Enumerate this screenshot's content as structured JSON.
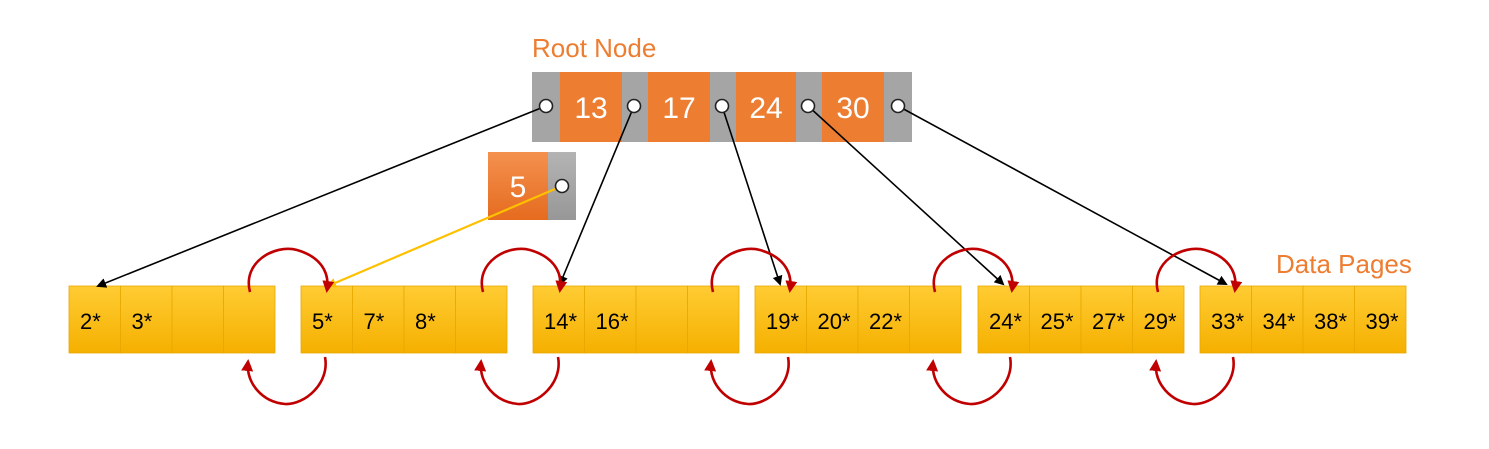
{
  "labels": {
    "root": "Root Node",
    "data_pages": "Data Pages"
  },
  "root_node": {
    "keys": [
      "13",
      "17",
      "24",
      "30"
    ]
  },
  "inserted_node": {
    "keys": [
      "5"
    ]
  },
  "pages": [
    {
      "entries": [
        "2*",
        "3*",
        "",
        ""
      ]
    },
    {
      "entries": [
        "5*",
        "7*",
        "8*",
        ""
      ]
    },
    {
      "entries": [
        "14*",
        "16*",
        "",
        ""
      ]
    },
    {
      "entries": [
        "19*",
        "20*",
        "22*",
        ""
      ]
    },
    {
      "entries": [
        "24*",
        "25*",
        "27*",
        "29*"
      ]
    },
    {
      "entries": [
        "33*",
        "34*",
        "38*",
        "39*"
      ]
    }
  ],
  "colors": {
    "root_label": "#ED7D31",
    "key_cell": "#ED7D31",
    "pointer_cell": "#A5A5A5",
    "page_fill": "#FFC000",
    "sibling_arrow": "#C00000",
    "pointer_arrow": "#000000",
    "new_pointer_arrow": "#FFC000"
  }
}
